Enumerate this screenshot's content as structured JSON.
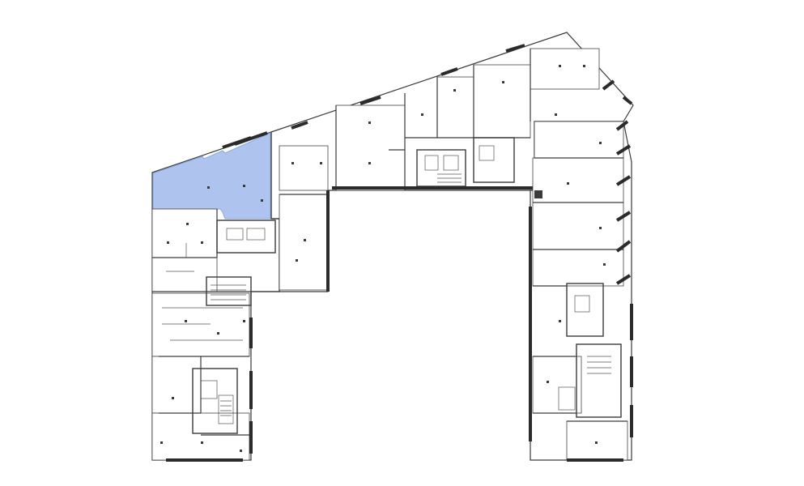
{
  "floor_plan": {
    "highlight_color": "#aec4ee",
    "highlight_stroke": "#8ba8de",
    "wall_color": "#3a3a3a",
    "selected_unit": "unit-highlighted",
    "units": [
      {
        "name": "unit-highlighted",
        "selected": true
      },
      {
        "name": "unit-west-1"
      },
      {
        "name": "unit-west-2"
      },
      {
        "name": "unit-west-3"
      },
      {
        "name": "unit-west-4"
      },
      {
        "name": "unit-west-5"
      },
      {
        "name": "unit-north-1"
      },
      {
        "name": "unit-north-2"
      },
      {
        "name": "unit-north-3"
      },
      {
        "name": "unit-north-4"
      },
      {
        "name": "unit-north-5"
      },
      {
        "name": "unit-north-6"
      },
      {
        "name": "unit-east-1"
      },
      {
        "name": "unit-east-2"
      },
      {
        "name": "unit-east-3"
      },
      {
        "name": "unit-east-4"
      },
      {
        "name": "unit-east-5"
      },
      {
        "name": "unit-east-6"
      }
    ]
  }
}
